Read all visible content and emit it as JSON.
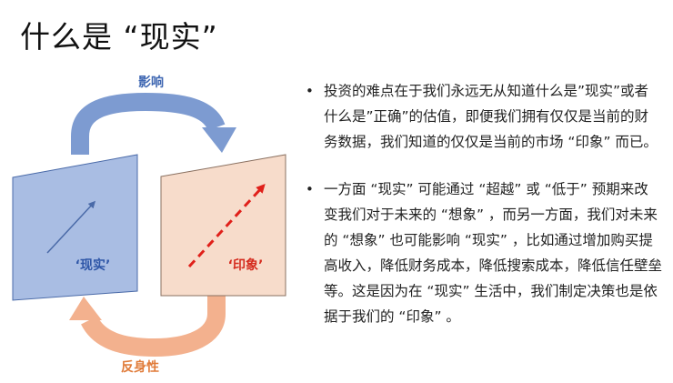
{
  "title": "什么是 “现实”",
  "diagram": {
    "top_arrow_label": "影响",
    "bottom_arrow_label": "反身性",
    "left_panel_label": "‘现实’",
    "right_panel_label": "‘印象’",
    "colors": {
      "left_panel_fill": "#a9bde3",
      "left_panel_line": "#4a6aa8",
      "right_panel_fill": "#f7dccb",
      "right_panel_line": "#8a7060",
      "top_arrow": "#7d9bd1",
      "bottom_arrow": "#f3b18e",
      "top_label": "#3f67b2",
      "bottom_label": "#e07b39",
      "left_label": "#2f57a8",
      "right_label": "#d52b1e",
      "dashed_arrow": "#e0201a"
    }
  },
  "bullets": [
    "投资的难点在于我们永远无从知道什么是”现实”或者什么是”正确”的估值，即便我们拥有仅仅是当前的财务数据，我们知道的仅仅是当前的市场 “印象” 而已。",
    "一方面 “现实” 可能通过 “超越” 或 “低于” 预期来改变我们对于未来的 “想象” ，而另一方面，我们对未来的 “想象” 也可能影响 “现实” ，比如通过增加购买提高收入，降低财务成本，降低搜索成本，降低信任壁垒等。这是因为在 “现实” 生活中，我们制定决策也是依据于我们的 “印象” 。"
  ]
}
